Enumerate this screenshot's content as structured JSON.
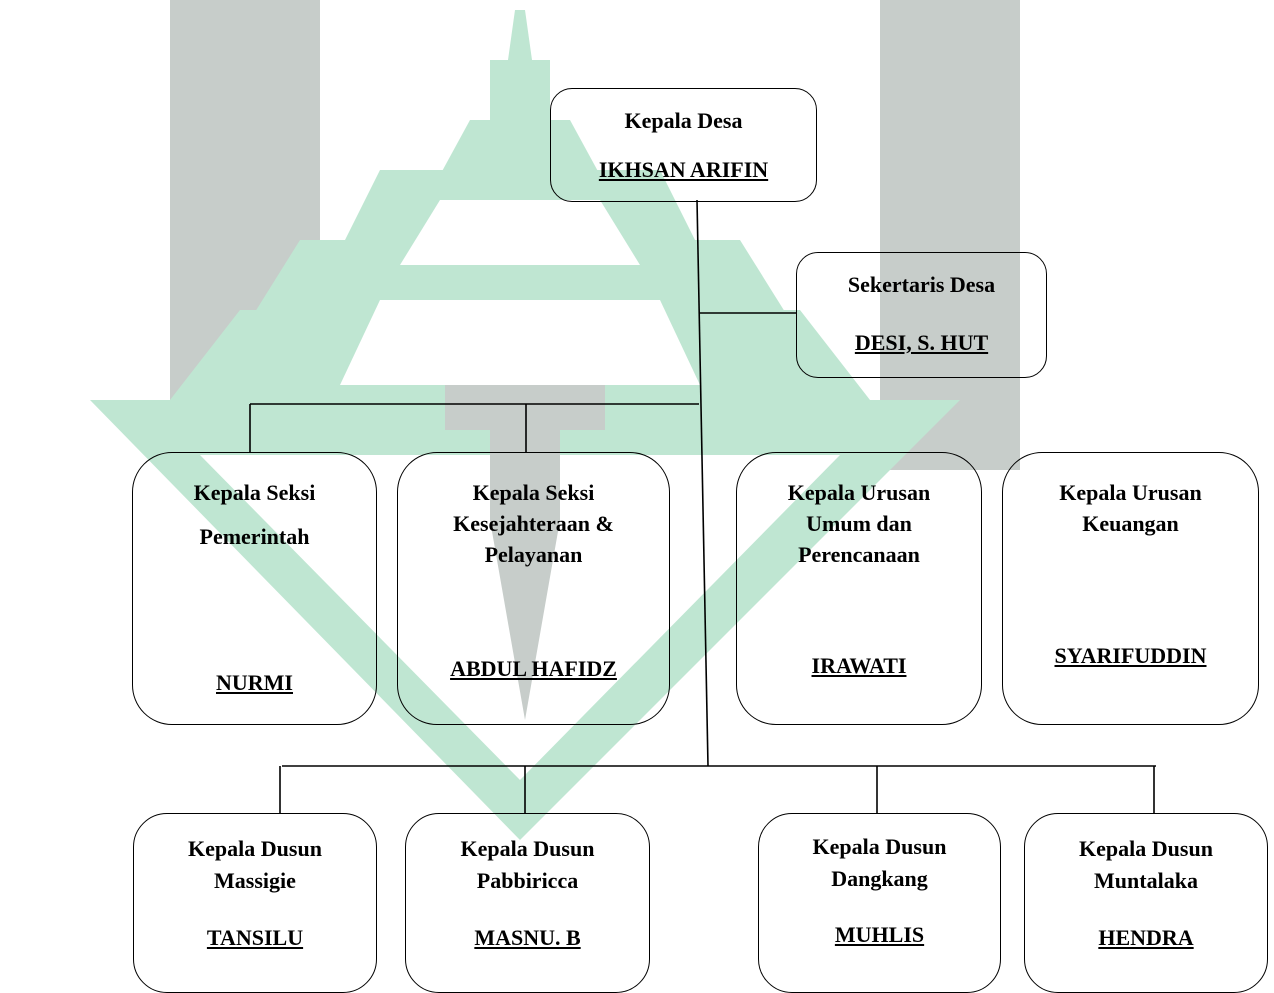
{
  "village_head": {
    "title": "Kepala Desa",
    "name": "IKHSAN ARIFIN"
  },
  "secretary": {
    "title": "Sekertaris Desa",
    "name": "DESI, S. HUT"
  },
  "sections": [
    {
      "title": "Kepala Seksi",
      "title2": "Pemerintah",
      "name": "NURMI"
    },
    {
      "title": "Kepala Seksi",
      "title2": "Kesejahteraan &",
      "title3": "Pelayanan",
      "name": "ABDUL HAFIDZ"
    },
    {
      "title": "Kepala Urusan",
      "title2": "Umum dan",
      "title3": "Perencanaan",
      "name": "IRAWATI"
    },
    {
      "title": "Kepala Urusan",
      "title2": "Keuangan",
      "name": "SYARIFUDDIN"
    }
  ],
  "hamlets": [
    {
      "title": "Kepala Dusun",
      "title2": "Massigie",
      "name": "TANSILU"
    },
    {
      "title": "Kepala Dusun",
      "title2": "Pabbiricca",
      "name": "MASNU. B"
    },
    {
      "title": "Kepala Dusun",
      "title2": "Dangkang",
      "name": "MUHLIS"
    },
    {
      "title": "Kepala Dusun",
      "title2": "Muntalaka",
      "name": "HENDRA"
    }
  ],
  "colors": {
    "watermark_green": "#bfe6d2",
    "watermark_gray": "#c7cdca",
    "line": "#000000"
  }
}
